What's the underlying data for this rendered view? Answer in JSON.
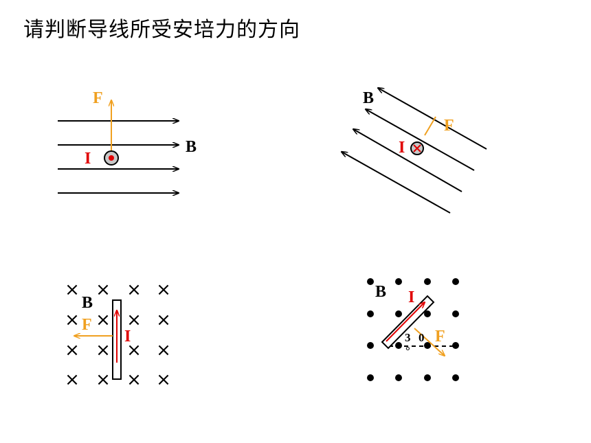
{
  "title": "请判断导线所受安培力的方向",
  "colors": {
    "field": "#000000",
    "force": "#f0a020",
    "current": "#e00000",
    "wire_fill": "#c8c8c8"
  },
  "panels": [
    {
      "id": "p1",
      "field_label": "B",
      "force_label": "F",
      "current_label": "I",
      "current_symbol": "dot"
    },
    {
      "id": "p2",
      "field_label": "B",
      "force_label": "F",
      "current_label": "I",
      "current_symbol": "cross"
    },
    {
      "id": "p3",
      "field_label": "B",
      "force_label": "F",
      "current_label": "I",
      "field_symbol": "×"
    },
    {
      "id": "p4",
      "field_label": "B",
      "force_label": "F",
      "current_label": "I",
      "angle_digits": [
        "3",
        "0"
      ],
      "angle_degree": "°"
    }
  ]
}
